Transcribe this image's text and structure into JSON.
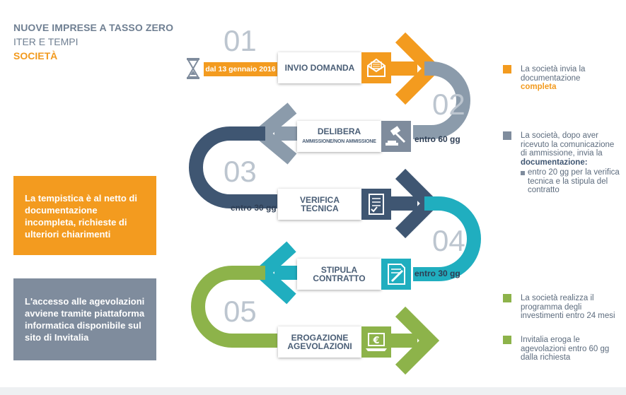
{
  "header": {
    "title": "NUOVE IMPRESE A TASSO ZERO",
    "subtitle": "ITER E TEMPI",
    "category": "SOCIETÀ"
  },
  "notes": {
    "orange": "La tempistica è al netto di documentazione incompleta, richieste di ulteriori chiarimenti",
    "grey": "L'accesso alle agevolazioni avviene tramite piattaforma informatica disponibile sul sito di Invitalia"
  },
  "flow": {
    "start_date": "dal 13 gennaio 2016",
    "steps": [
      {
        "num": "01",
        "label": "INVIO DOMANDA",
        "sublabel": ""
      },
      {
        "num": "02",
        "label": "DELIBERA",
        "sublabel": "AMMISSIONE/NON AMMISSIONE"
      },
      {
        "num": "03",
        "label": "VERIFICA TECNICA",
        "sublabel": ""
      },
      {
        "num": "04",
        "label": "STIPULA CONTRATTO",
        "sublabel": ""
      },
      {
        "num": "05",
        "label": "EROGAZIONE AGEVOLAZIONI",
        "sublabel": ""
      }
    ],
    "durations": [
      "entro 60 gg",
      "entro 30 gg",
      "entro 30 gg"
    ]
  },
  "legend": [
    {
      "color": "#f39b1f",
      "text": "La società invia la documentazione",
      "highlight": "completa"
    },
    {
      "color": "#7f8c9d",
      "text": "La società, dopo aver ricevuto la comunicazione di ammissione, invia la",
      "highlight": "documentazione:",
      "sub": "entro 20 gg per la verifica tecnica e la stipula del contratto"
    },
    {
      "color": "#8db34a",
      "text": "La società realizza il programma degli investimenti entro 24 mesi"
    },
    {
      "color": "#8db34a",
      "text": "Invitalia eroga le agevolazioni entro 60 gg dalla richiesta"
    }
  ],
  "colors": {
    "orange": "#f39b1f",
    "slate": "#8b9bab",
    "navy": "#3f5672",
    "teal": "#20aebf",
    "green": "#8db34a"
  },
  "icons": [
    "hourglass-icon",
    "envelope-icon",
    "gavel-icon",
    "checklist-icon",
    "pen-document-icon",
    "euro-laptop-icon"
  ]
}
